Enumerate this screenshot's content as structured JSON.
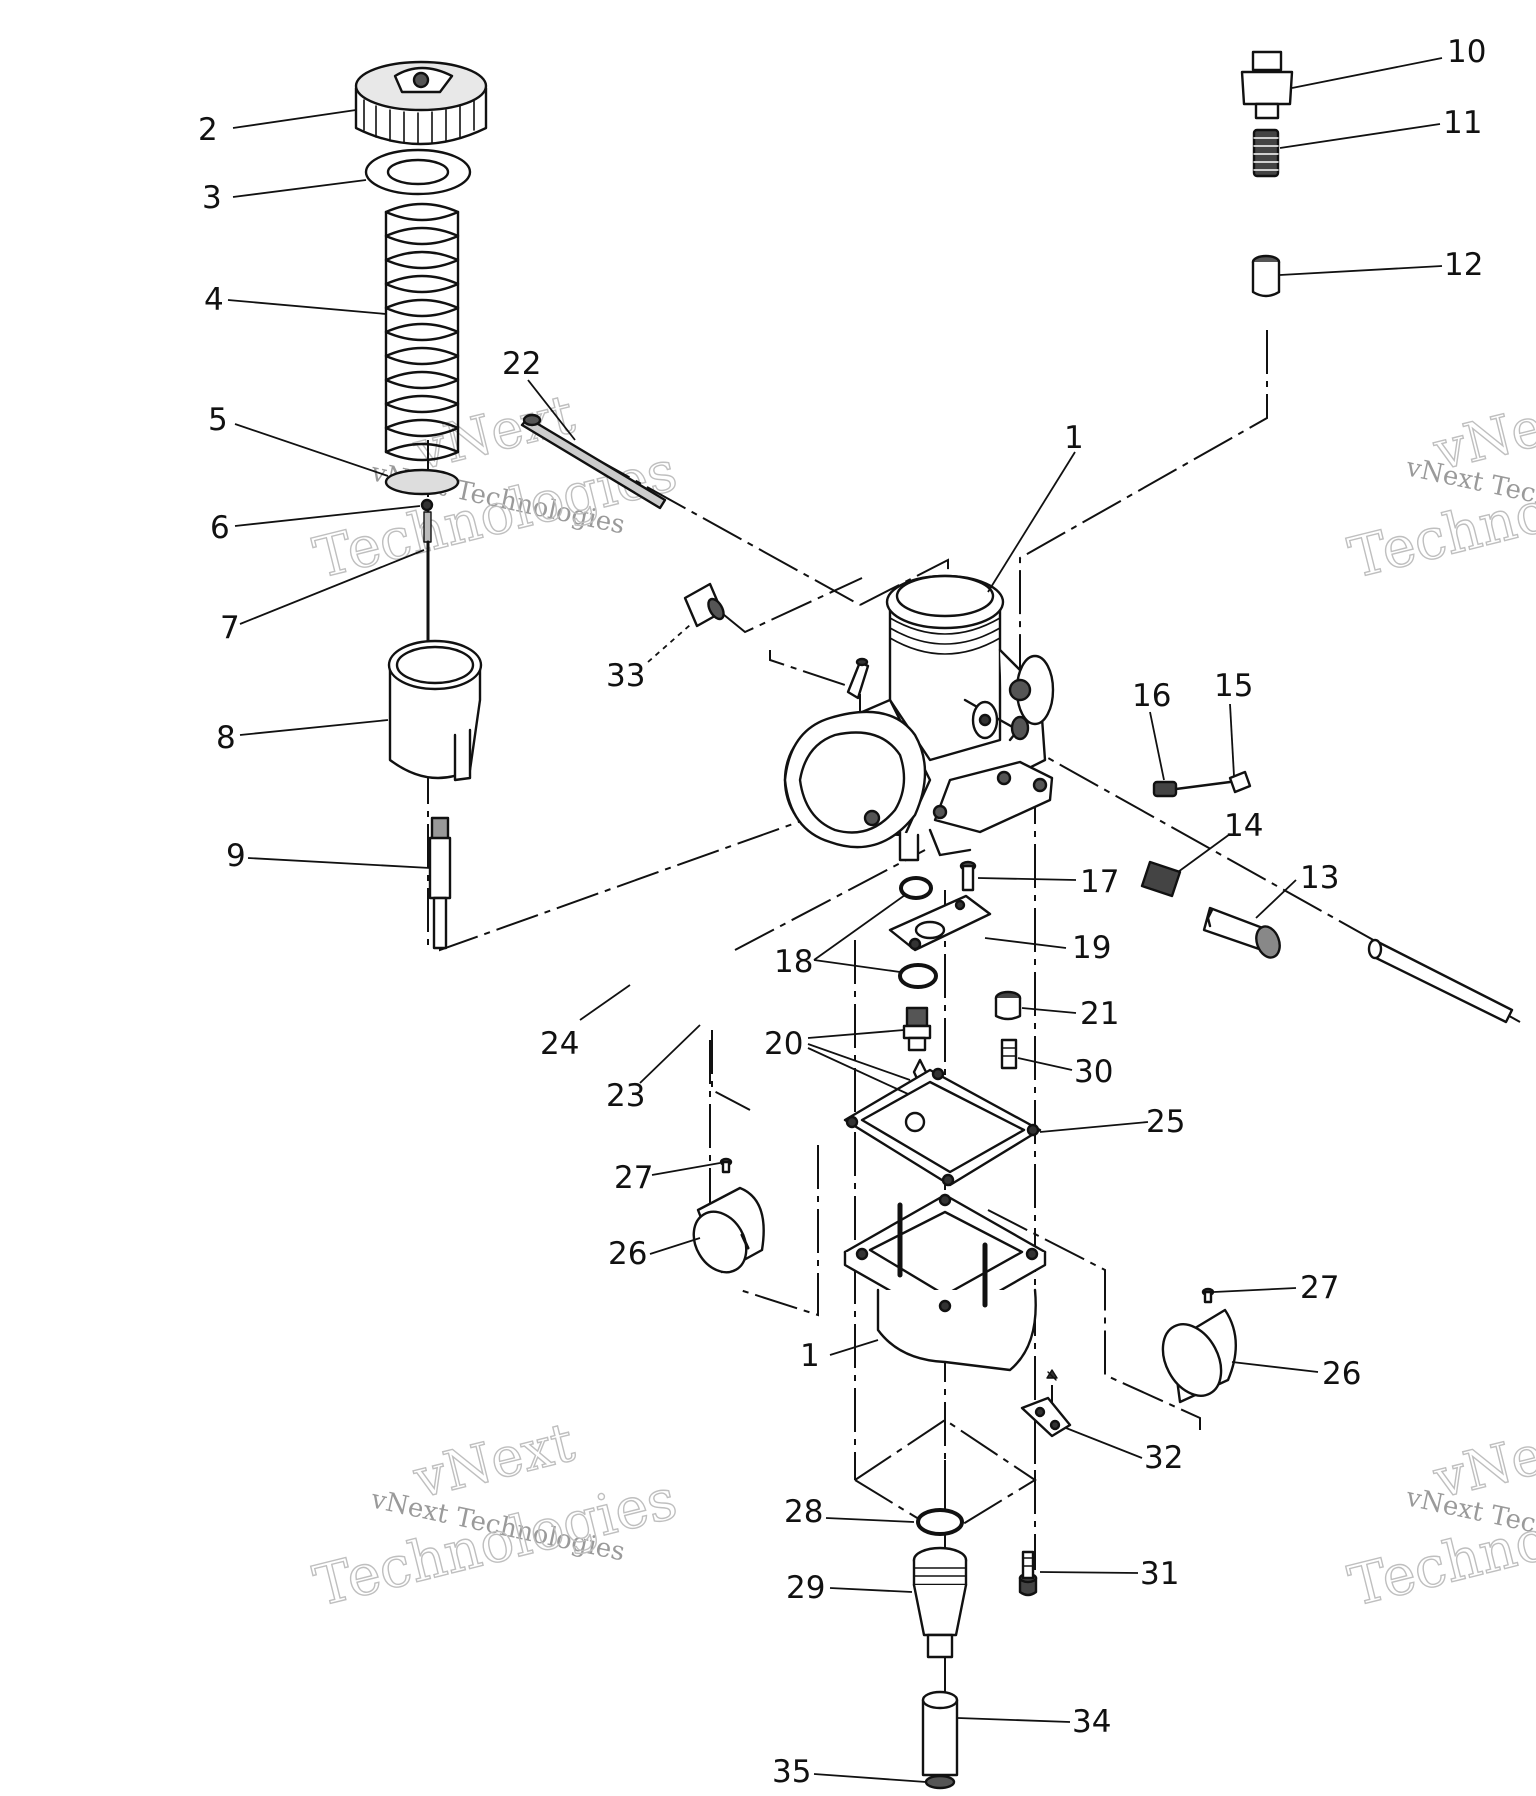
{
  "diagram": {
    "callouts": [
      {
        "id": "c10",
        "text": "10"
      },
      {
        "id": "c11",
        "text": "11"
      },
      {
        "id": "c12",
        "text": "12"
      },
      {
        "id": "c2",
        "text": "2"
      },
      {
        "id": "c3",
        "text": "3"
      },
      {
        "id": "c4",
        "text": "4"
      },
      {
        "id": "c22",
        "text": "22"
      },
      {
        "id": "c5",
        "text": "5"
      },
      {
        "id": "c6",
        "text": "6"
      },
      {
        "id": "c7",
        "text": "7"
      },
      {
        "id": "c1a",
        "text": "1"
      },
      {
        "id": "c33",
        "text": "33"
      },
      {
        "id": "c8",
        "text": "8"
      },
      {
        "id": "c16",
        "text": "16"
      },
      {
        "id": "c15",
        "text": "15"
      },
      {
        "id": "c9",
        "text": "9"
      },
      {
        "id": "c14",
        "text": "14"
      },
      {
        "id": "c13",
        "text": "13"
      },
      {
        "id": "c17",
        "text": "17"
      },
      {
        "id": "c18",
        "text": "18"
      },
      {
        "id": "c19",
        "text": "19"
      },
      {
        "id": "c21",
        "text": "21"
      },
      {
        "id": "c24",
        "text": "24"
      },
      {
        "id": "c20",
        "text": "20"
      },
      {
        "id": "c30",
        "text": "30"
      },
      {
        "id": "c23",
        "text": "23"
      },
      {
        "id": "c25",
        "text": "25"
      },
      {
        "id": "c27a",
        "text": "27"
      },
      {
        "id": "c26a",
        "text": "26"
      },
      {
        "id": "c27b",
        "text": "27"
      },
      {
        "id": "c1b",
        "text": "1"
      },
      {
        "id": "c26b",
        "text": "26"
      },
      {
        "id": "c32",
        "text": "32"
      },
      {
        "id": "c28",
        "text": "28"
      },
      {
        "id": "c31",
        "text": "31"
      },
      {
        "id": "c29",
        "text": "29"
      },
      {
        "id": "c34",
        "text": "34"
      },
      {
        "id": "c35",
        "text": "35"
      }
    ]
  },
  "watermark": {
    "brand": "vNext",
    "line": "vNext Technologies",
    "word": "Technologies"
  }
}
